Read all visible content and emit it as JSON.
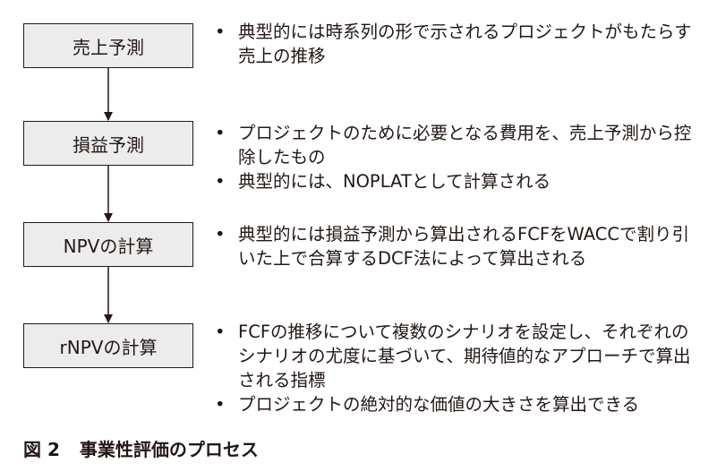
{
  "steps": [
    {
      "label": "売上予測",
      "bullets": [
        "典型的には時系列の形で示されるプロジェクトがもたらす売上の推移"
      ]
    },
    {
      "label": "損益予測",
      "bullets": [
        "プロジェクトのために必要となる費用を、売上予測から控除したもの",
        "典型的には、NOPLATとして計算される"
      ]
    },
    {
      "label": "NPVの計算",
      "bullets": [
        "典型的には損益予測から算出されるFCFをWACCで割り引いた上で合算するDCF法によって算出される"
      ]
    },
    {
      "label": "rNPVの計算",
      "bullets": [
        "FCFの推移について複数のシナリオを設定し、それぞれのシナリオの尤度に基づいて、期待値的なアプローチで算出される指標",
        "プロジェクトの絶対的な価値の大きさを算出できる"
      ]
    }
  ],
  "caption": {
    "figure_label": "図 2",
    "title": "事業性評価のプロセス"
  },
  "colors": {
    "box_fill": "#ececec",
    "line": "#231815",
    "text": "#231815"
  }
}
